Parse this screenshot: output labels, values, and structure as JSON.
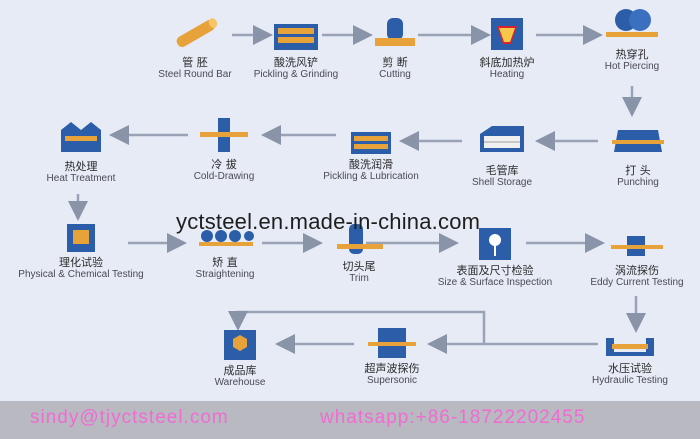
{
  "watermark": "yctsteel.en.made-in-china.com",
  "footer": {
    "email": "sindy@tjyctsteel.com",
    "whatsapp": "whatsapp:+86-18722202455"
  },
  "steps": {
    "steel_round_bar": {
      "zh": "管 胚",
      "en": "Steel Round Bar"
    },
    "pickling_grinding": {
      "zh": "酸洗风铲",
      "en": "Pickling & Grinding"
    },
    "cutting": {
      "zh": "剪 断",
      "en": "Cutting"
    },
    "heating": {
      "zh": "斜底加热炉",
      "en": "Heating"
    },
    "hot_piercing": {
      "zh": "热穿孔",
      "en": "Hot Piercing"
    },
    "heat_treatment": {
      "zh": "热处理",
      "en": "Heat Treatment"
    },
    "cold_drawing": {
      "zh": "冷 拔",
      "en": "Cold-Drawing"
    },
    "pickling_lubrication": {
      "zh": "酸洗润滑",
      "en": "Pickling & Lubrication"
    },
    "shell_storage": {
      "zh": "毛管库",
      "en": "Shell Storage"
    },
    "punching": {
      "zh": "打 头",
      "en": "Punching"
    },
    "physical_chemical_testing": {
      "zh": "理化试验",
      "en": "Physical & Chemical Testing"
    },
    "straightening": {
      "zh": "矫 直",
      "en": "Straightening"
    },
    "trim": {
      "zh": "切头尾",
      "en": "Trim"
    },
    "size_surface_inspection": {
      "zh": "表面及尺寸检验",
      "en": "Size & Surface Inspection"
    },
    "eddy_current_testing": {
      "zh": "涡流探伤",
      "en": "Eddy Current Testing"
    },
    "warehouse": {
      "zh": "成品库",
      "en": "Warehouse"
    },
    "supersonic": {
      "zh": "超声波探伤",
      "en": "Supersonic"
    },
    "hydraulic_testing": {
      "zh": "水压试验",
      "en": "Hydraulic Testing"
    }
  }
}
